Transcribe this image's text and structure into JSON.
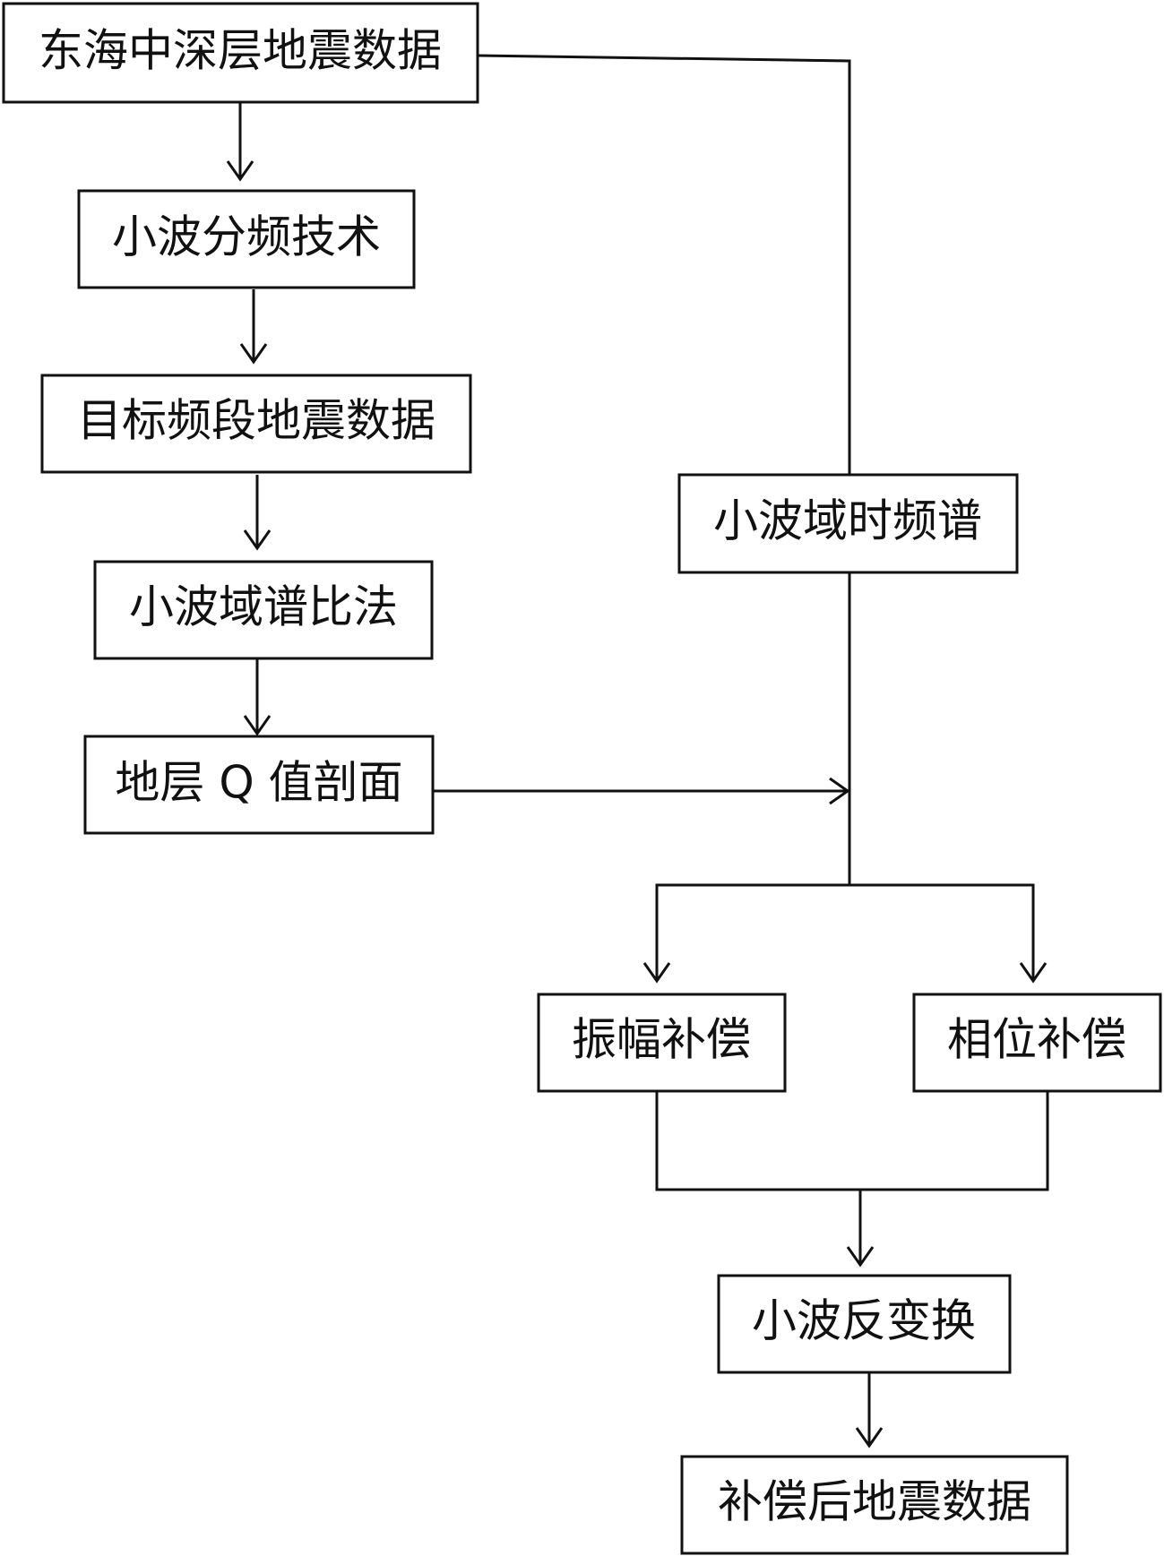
{
  "nodes": {
    "input_data": "东海中深层地震数据",
    "wavelet_freq_split": "小波分频技术",
    "target_band_data": "目标频段地震数据",
    "wavelet_spectral_ratio": "小波域谱比法",
    "q_profile": "地层 Q 值剖面",
    "wavelet_tf_spectrum": "小波域时频谱",
    "amplitude_comp": "振幅补偿",
    "phase_comp": "相位补偿",
    "inverse_wavelet": "小波反变换",
    "output_data": "补偿后地震数据"
  }
}
